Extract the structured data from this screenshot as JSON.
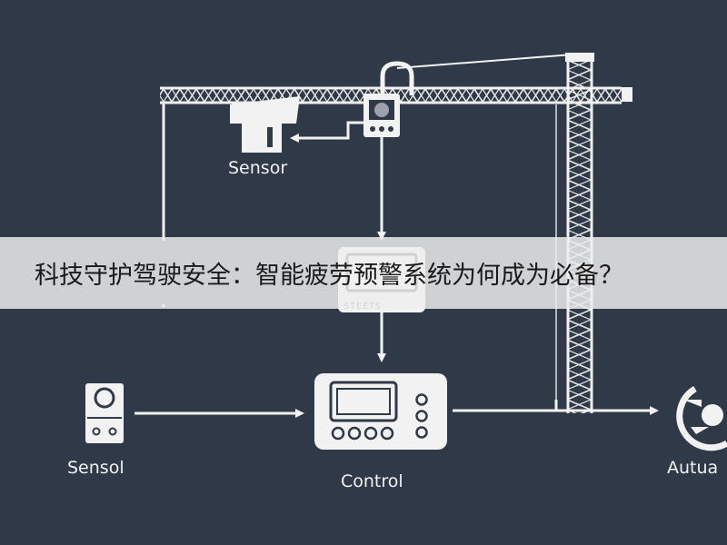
{
  "diagram": {
    "labels": {
      "sensor_top": "Sensor",
      "sensor_left": "Sensol",
      "control": "Control",
      "actuator": "Autua"
    },
    "center_box_text": "STEETS"
  },
  "banner": {
    "title": "科技守护驾驶安全：智能疲劳预警系统为何成为必备？"
  },
  "colors": {
    "background": "#2f3947",
    "line": "#f2f2f2",
    "banner": "#eeeeee"
  }
}
